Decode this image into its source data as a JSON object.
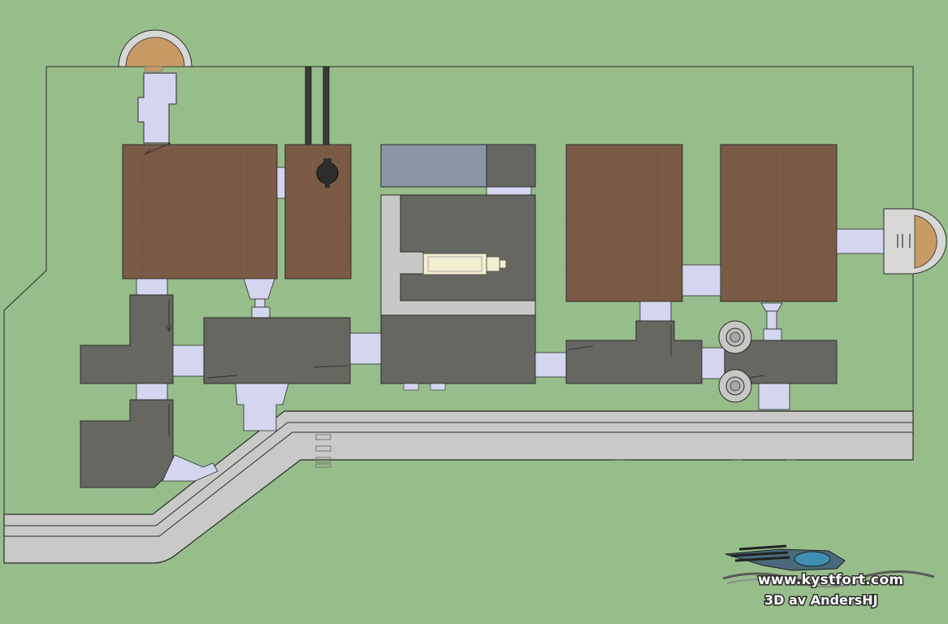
{
  "watermark": {
    "line1": "www.kystfort.com",
    "line2": "3D av AndersHJ"
  },
  "colors": {
    "ground": "#97bd8b",
    "earth_roof": "#7a5a45",
    "concrete_dark": "#666761",
    "concrete_light": "#c8c8c6",
    "passage": "#d4d6ef",
    "blue_gray_pad": "#8896a4",
    "gun_barrel": "#f2eed2",
    "cupola_fill": "#c89a66",
    "outline": "#2b2b2b"
  },
  "icons": [
    "gun-emplacement-icon",
    "pipe-icon",
    "ventilation-fan-icon",
    "stair-arrow-icon",
    "watermark-cannon-logo"
  ]
}
